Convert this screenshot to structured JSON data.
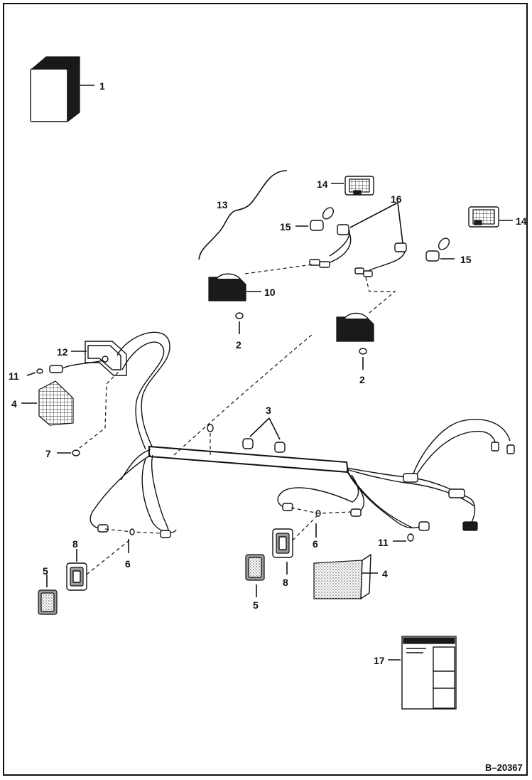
{
  "reference": "B–20367",
  "callouts": {
    "c1": "1",
    "c2a": "2",
    "c2b": "2",
    "c3": "3",
    "c4a": "4",
    "c4b": "4",
    "c5a": "5",
    "c5b": "5",
    "c6a": "6",
    "c6b": "6",
    "c7": "7",
    "c8a": "8",
    "c8b": "8",
    "c10": "10",
    "c11a": "11",
    "c11b": "11",
    "c12": "12",
    "c13": "13",
    "c14a": "14",
    "c14b": "14",
    "c15a": "15",
    "c15b": "15",
    "c16": "16",
    "c17": "17"
  }
}
